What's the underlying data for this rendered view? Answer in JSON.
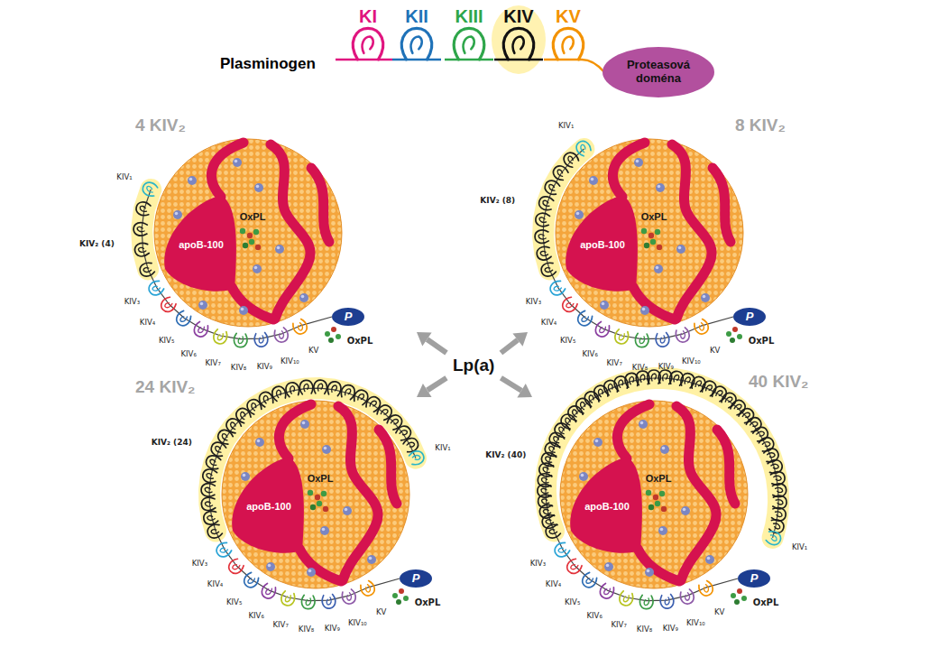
{
  "diagram": {
    "nodes": [
      {
        "text": [
          "Proteasová doména"
        ]
      },
      {
        "text": [
          "OxPL"
        ]
      },
      {
        "text": [
          "apoB-100"
        ],
        "in": 1
      },
      {
        "text": [
          "P"
        ]
      },
      {
        "text": [
          "OxPL"
        ]
      },
      {
        "text": [
          "apoB-100"
        ],
        "in": 4
      },
      {
        "text": [
          "P"
        ]
      },
      {
        "text": [
          "Lp(a)"
        ]
      },
      {
        "text": [
          "OxPL"
        ]
      },
      {
        "text": [
          "apoB-100"
        ],
        "in": 8
      },
      {
        "text": [
          "P"
        ]
      },
      {
        "text": [
          "OxPL"
        ]
      },
      {
        "text": [
          "apoB-100"
        ],
        "in": 11
      },
      {
        "text": [
          "P"
        ]
      }
    ],
    "edges": [
      {
        "from": 7,
        "to": 1,
        "arrow": "to"
      },
      {
        "from": 7,
        "to": 4,
        "arrow": "to"
      },
      {
        "from": 7,
        "to": 8,
        "arrow": "to"
      },
      {
        "from": 7,
        "to": 11,
        "arrow": "to"
      }
    ],
    "labels": [
      "Plasminogen",
      "KI",
      "KII",
      "KIII",
      "KIV",
      "KV",
      "4 KIV₂",
      "KIV₁",
      "KIV₂ (4)",
      "KIV₃",
      "KIV₄",
      "KIV₅",
      "KIV₆",
      "KIV₇",
      "KIV₈",
      "KIV₉",
      "KIV₁₀",
      "KV",
      "OxPL",
      "8 KIV₂",
      "KIV₁",
      "KIV₂ (8)",
      "KIV₃",
      "KIV₄",
      "KIV₅",
      "KIV₆",
      "KIV₇",
      "KIV₈",
      "KIV₉",
      "KIV₁₀",
      "KV",
      "OxPL",
      "24 KIV₂",
      "KIV₁",
      "KIV₂ (24)",
      "KIV₃",
      "KIV₄",
      "KIV₅",
      "KIV₆",
      "KIV₇",
      "KIV₈",
      "KIV₉",
      "KIV₁₀",
      "KV",
      "OxPL",
      "40 KIV₂",
      "KIV₁",
      "KIV₂ (40)",
      "KIV₃",
      "KIV₄",
      "KIV₅",
      "KIV₆",
      "KIV₇",
      "KIV₈",
      "KIV₉",
      "KIV₁₀",
      "KV",
      "OxPL"
    ]
  }
}
